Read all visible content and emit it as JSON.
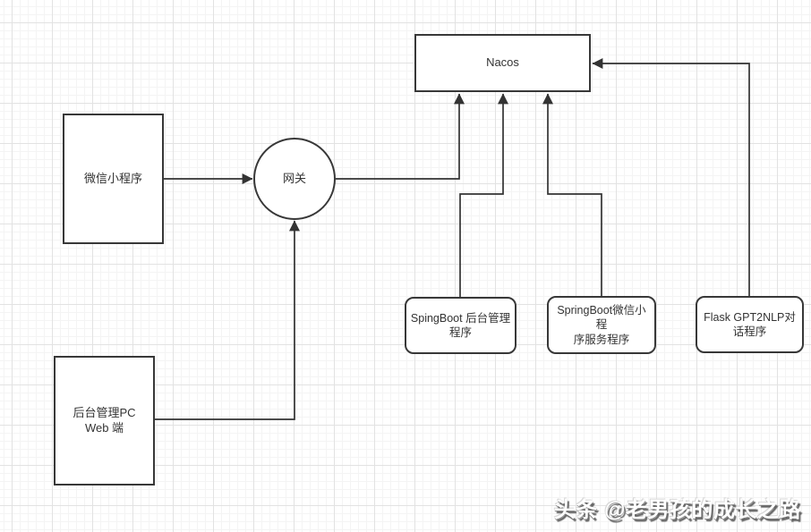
{
  "diagram": {
    "type": "architecture-flowchart",
    "nodes": {
      "nacos": {
        "label": "Nacos",
        "shape": "rectangle"
      },
      "wechat_mini": {
        "label": "微信小程序",
        "shape": "rectangle"
      },
      "gateway": {
        "label": "网关",
        "shape": "circle"
      },
      "admin_pc_web": {
        "label": "后台管理PC\nWeb 端",
        "shape": "rectangle"
      },
      "springboot_admin": {
        "label": "SpingBoot 后台管理\n程序",
        "shape": "rounded-rectangle"
      },
      "springboot_wechat": {
        "label": "SpringBoot微信小程\n序服务程序",
        "shape": "rounded-rectangle"
      },
      "flask_gpt2nlp": {
        "label": "Flask GPT2NLP对\n话程序",
        "shape": "rounded-rectangle"
      }
    },
    "edges": [
      {
        "id": "wechat-to-gateway",
        "from": "wechat_mini",
        "to": "gateway"
      },
      {
        "id": "admin-pc-to-gateway",
        "from": "admin_pc_web",
        "to": "gateway"
      },
      {
        "id": "gateway-to-nacos",
        "from": "gateway",
        "to": "nacos"
      },
      {
        "id": "springboot-admin-to-nacos",
        "from": "springboot_admin",
        "to": "nacos"
      },
      {
        "id": "springboot-wechat-to-nacos",
        "from": "springboot_wechat",
        "to": "nacos"
      },
      {
        "id": "flask-to-nacos",
        "from": "flask_gpt2nlp",
        "to": "nacos"
      }
    ],
    "colors": {
      "background": "#ffffff",
      "node_fill": "#ffffff",
      "stroke": "#333333",
      "grid_major": "#e2e2e2",
      "grid_minor": "#f4f4f4"
    }
  },
  "watermark": {
    "text": "头条 @老男孩的成长之路",
    "fill": "#ffffff",
    "shadow": "#666666"
  }
}
